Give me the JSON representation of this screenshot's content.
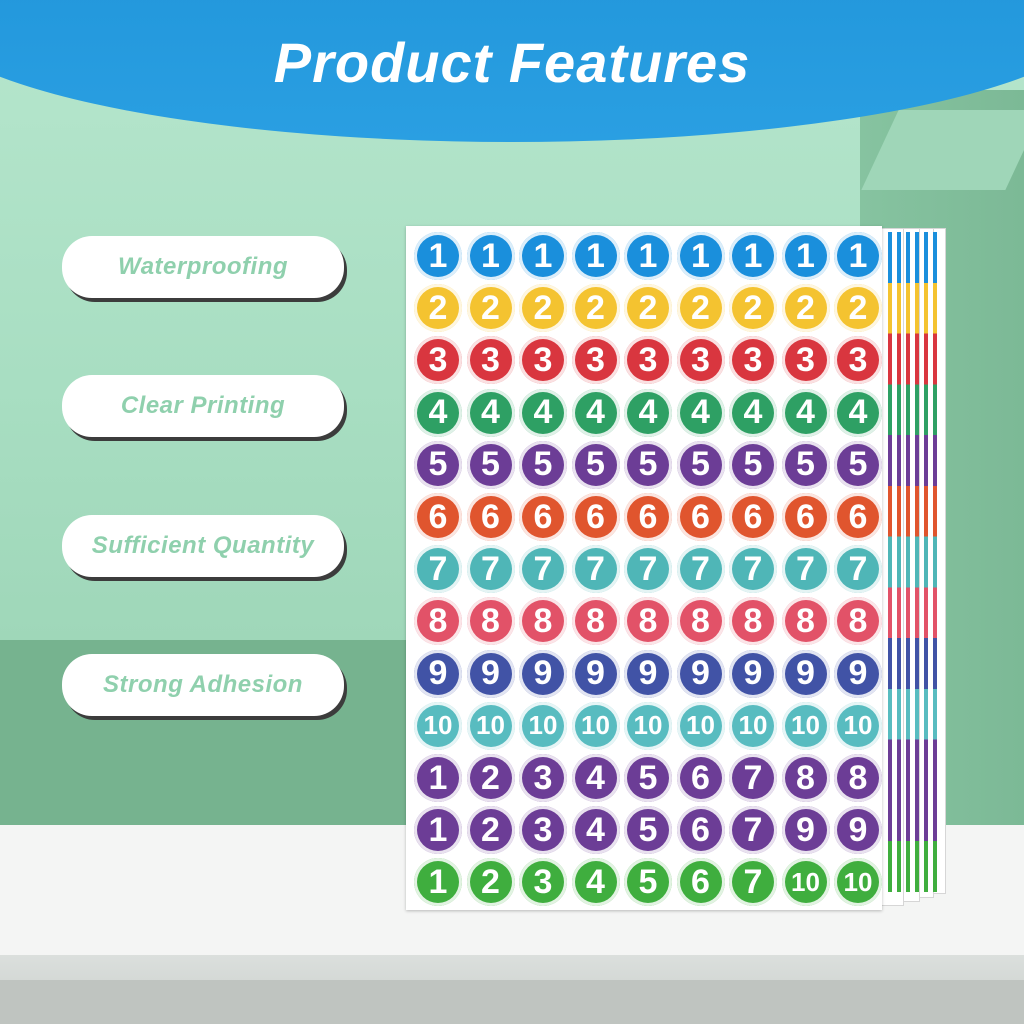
{
  "title": "Product Features",
  "features": [
    "Waterproofing",
    "Clear Printing",
    "Sufficient Quantity",
    "Strong Adhesion"
  ],
  "colors": {
    "blue": "#1a8fdc",
    "yellow": "#f4c330",
    "red": "#d9363f",
    "green": "#2ea064",
    "purple": "#6c3d96",
    "orange": "#e0552e",
    "teal": "#4fb6b7",
    "pink": "#e25268",
    "indigo": "#4153a6",
    "cyan": "#58bcc0",
    "lime": "#3fae3e"
  },
  "rows": [
    {
      "color": "blue",
      "labels": [
        "1",
        "1",
        "1",
        "1",
        "1",
        "1",
        "1",
        "1",
        "1"
      ]
    },
    {
      "color": "yellow",
      "labels": [
        "2",
        "2",
        "2",
        "2",
        "2",
        "2",
        "2",
        "2",
        "2"
      ]
    },
    {
      "color": "red",
      "labels": [
        "3",
        "3",
        "3",
        "3",
        "3",
        "3",
        "3",
        "3",
        "3"
      ]
    },
    {
      "color": "green",
      "labels": [
        "4",
        "4",
        "4",
        "4",
        "4",
        "4",
        "4",
        "4",
        "4"
      ]
    },
    {
      "color": "purple",
      "labels": [
        "5",
        "5",
        "5",
        "5",
        "5",
        "5",
        "5",
        "5",
        "5"
      ]
    },
    {
      "color": "orange",
      "labels": [
        "6",
        "6",
        "6",
        "6",
        "6",
        "6",
        "6",
        "6",
        "6"
      ]
    },
    {
      "color": "teal",
      "labels": [
        "7",
        "7",
        "7",
        "7",
        "7",
        "7",
        "7",
        "7",
        "7"
      ]
    },
    {
      "color": "pink",
      "labels": [
        "8",
        "8",
        "8",
        "8",
        "8",
        "8",
        "8",
        "8",
        "8"
      ]
    },
    {
      "color": "indigo",
      "labels": [
        "9",
        "9",
        "9",
        "9",
        "9",
        "9",
        "9",
        "9",
        "9"
      ]
    },
    {
      "color": "cyan",
      "labels": [
        "10",
        "10",
        "10",
        "10",
        "10",
        "10",
        "10",
        "10",
        "10"
      ]
    },
    {
      "color": "purple",
      "labels": [
        "1",
        "2",
        "3",
        "4",
        "5",
        "6",
        "7",
        "8",
        "8"
      ]
    },
    {
      "color": "purple",
      "labels": [
        "1",
        "2",
        "3",
        "4",
        "5",
        "6",
        "7",
        "9",
        "9"
      ]
    },
    {
      "color": "lime",
      "labels": [
        "1",
        "2",
        "3",
        "4",
        "5",
        "6",
        "7",
        "10",
        "10"
      ]
    }
  ]
}
